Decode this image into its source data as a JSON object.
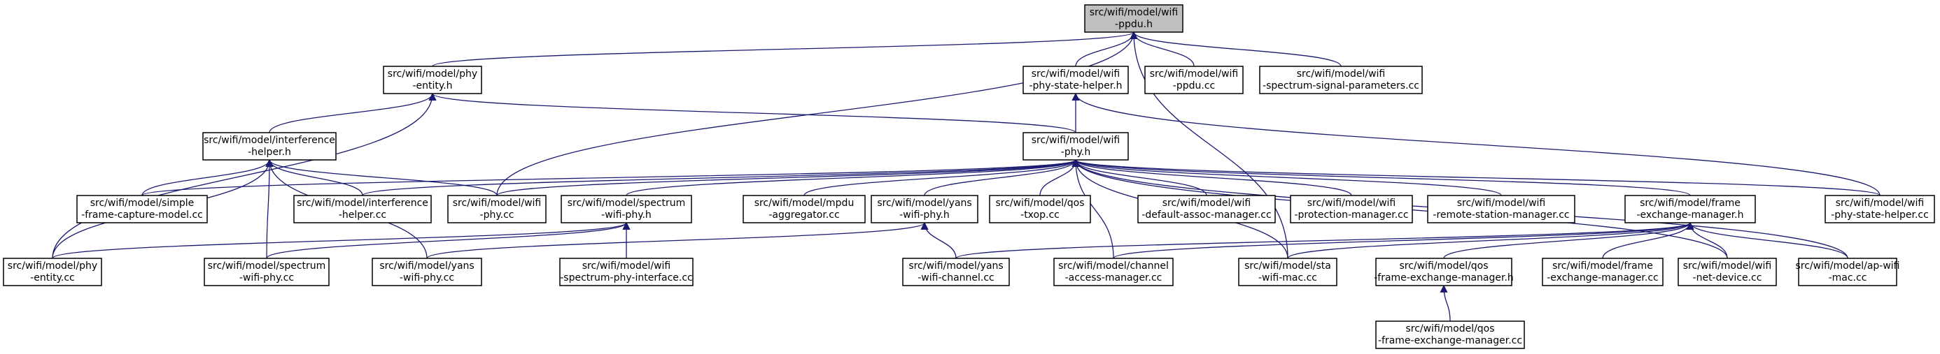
{
  "graph": {
    "edge_color": "#191970",
    "root_fill": "#bfbfbf",
    "nodes": [
      {
        "id": "root",
        "lines": [
          "src/wifi/model/wifi",
          "-ppdu.h"
        ]
      },
      {
        "id": "phy_entity_h",
        "lines": [
          "src/wifi/model/phy",
          "-entity.h"
        ]
      },
      {
        "id": "phy_state_helper_h",
        "lines": [
          "src/wifi/model/wifi",
          "-phy-state-helper.h"
        ]
      },
      {
        "id": "wifi_ppdu_cc",
        "lines": [
          "src/wifi/model/wifi",
          "-ppdu.cc"
        ]
      },
      {
        "id": "spectrum_signal_params_cc",
        "lines": [
          "src/wifi/model/wifi",
          "-spectrum-signal-parameters.cc"
        ]
      },
      {
        "id": "interference_helper_h",
        "lines": [
          "src/wifi/model/interference",
          "-helper.h"
        ]
      },
      {
        "id": "wifi_phy_h",
        "lines": [
          "src/wifi/model/wifi",
          "-phy.h"
        ]
      },
      {
        "id": "simple_frame_capture_cc",
        "lines": [
          "src/wifi/model/simple",
          "-frame-capture-model.cc"
        ]
      },
      {
        "id": "interference_helper_cc",
        "lines": [
          "src/wifi/model/interference",
          "-helper.cc"
        ]
      },
      {
        "id": "wifi_phy_cc",
        "lines": [
          "src/wifi/model/wifi",
          "-phy.cc"
        ]
      },
      {
        "id": "spectrum_wifi_phy_h",
        "lines": [
          "src/wifi/model/spectrum",
          "-wifi-phy.h"
        ]
      },
      {
        "id": "mpdu_aggregator_cc",
        "lines": [
          "src/wifi/model/mpdu",
          "-aggregator.cc"
        ]
      },
      {
        "id": "yans_wifi_phy_h",
        "lines": [
          "src/wifi/model/yans",
          "-wifi-phy.h"
        ]
      },
      {
        "id": "qos_txop_cc",
        "lines": [
          "src/wifi/model/qos",
          "-txop.cc"
        ]
      },
      {
        "id": "default_assoc_manager_cc",
        "lines": [
          "src/wifi/model/wifi",
          "-default-assoc-manager.cc"
        ]
      },
      {
        "id": "protection_manager_cc",
        "lines": [
          "src/wifi/model/wifi",
          "-protection-manager.cc"
        ]
      },
      {
        "id": "remote_station_manager_cc",
        "lines": [
          "src/wifi/model/wifi",
          "-remote-station-manager.cc"
        ]
      },
      {
        "id": "frame_exchange_manager_h",
        "lines": [
          "src/wifi/model/frame",
          "-exchange-manager.h"
        ]
      },
      {
        "id": "phy_state_helper_cc",
        "lines": [
          "src/wifi/model/wifi",
          "-phy-state-helper.cc"
        ]
      },
      {
        "id": "phy_entity_cc",
        "lines": [
          "src/wifi/model/phy",
          "-entity.cc"
        ]
      },
      {
        "id": "spectrum_wifi_phy_cc",
        "lines": [
          "src/wifi/model/spectrum",
          "-wifi-phy.cc"
        ]
      },
      {
        "id": "yans_wifi_phy_cc",
        "lines": [
          "src/wifi/model/yans",
          "-wifi-phy.cc"
        ]
      },
      {
        "id": "spectrum_phy_interface_cc",
        "lines": [
          "src/wifi/model/wifi",
          "-spectrum-phy-interface.cc"
        ]
      },
      {
        "id": "yans_wifi_channel_cc",
        "lines": [
          "src/wifi/model/yans",
          "-wifi-channel.cc"
        ]
      },
      {
        "id": "channel_access_manager_cc",
        "lines": [
          "src/wifi/model/channel",
          "-access-manager.cc"
        ]
      },
      {
        "id": "sta_wifi_mac_cc",
        "lines": [
          "src/wifi/model/sta",
          "-wifi-mac.cc"
        ]
      },
      {
        "id": "qos_frame_exchange_manager_h",
        "lines": [
          "src/wifi/model/qos",
          "-frame-exchange-manager.h"
        ]
      },
      {
        "id": "frame_exchange_manager_cc",
        "lines": [
          "src/wifi/model/frame",
          "-exchange-manager.cc"
        ]
      },
      {
        "id": "wifi_net_device_cc",
        "lines": [
          "src/wifi/model/wifi",
          "-net-device.cc"
        ]
      },
      {
        "id": "ap_wifi_mac_cc",
        "lines": [
          "src/wifi/model/ap-wifi",
          "-mac.cc"
        ]
      },
      {
        "id": "qos_frame_exchange_manager_cc",
        "lines": [
          "src/wifi/model/qos",
          "-frame-exchange-manager.cc"
        ]
      }
    ],
    "edges": [
      [
        "phy_entity_h",
        "root"
      ],
      [
        "phy_state_helper_h",
        "root"
      ],
      [
        "wifi_ppdu_cc",
        "root"
      ],
      [
        "spectrum_signal_params_cc",
        "root"
      ],
      [
        "wifi_phy_cc",
        "root"
      ],
      [
        "sta_wifi_mac_cc",
        "root"
      ],
      [
        "interference_helper_h",
        "phy_entity_h"
      ],
      [
        "wifi_phy_h",
        "phy_entity_h"
      ],
      [
        "phy_entity_cc",
        "phy_entity_h"
      ],
      [
        "wifi_phy_h",
        "phy_state_helper_h"
      ],
      [
        "phy_state_helper_cc",
        "phy_state_helper_h"
      ],
      [
        "simple_frame_capture_cc",
        "interference_helper_h"
      ],
      [
        "interference_helper_cc",
        "interference_helper_h"
      ],
      [
        "wifi_phy_cc",
        "interference_helper_h"
      ],
      [
        "phy_entity_cc",
        "interference_helper_h"
      ],
      [
        "spectrum_wifi_phy_cc",
        "interference_helper_h"
      ],
      [
        "yans_wifi_phy_cc",
        "interference_helper_h"
      ],
      [
        "simple_frame_capture_cc",
        "wifi_phy_h"
      ],
      [
        "interference_helper_cc",
        "wifi_phy_h"
      ],
      [
        "wifi_phy_cc",
        "wifi_phy_h"
      ],
      [
        "spectrum_wifi_phy_h",
        "wifi_phy_h"
      ],
      [
        "mpdu_aggregator_cc",
        "wifi_phy_h"
      ],
      [
        "yans_wifi_phy_h",
        "wifi_phy_h"
      ],
      [
        "qos_txop_cc",
        "wifi_phy_h"
      ],
      [
        "default_assoc_manager_cc",
        "wifi_phy_h"
      ],
      [
        "protection_manager_cc",
        "wifi_phy_h"
      ],
      [
        "remote_station_manager_cc",
        "wifi_phy_h"
      ],
      [
        "frame_exchange_manager_h",
        "wifi_phy_h"
      ],
      [
        "phy_state_helper_cc",
        "wifi_phy_h"
      ],
      [
        "channel_access_manager_cc",
        "wifi_phy_h"
      ],
      [
        "sta_wifi_mac_cc",
        "wifi_phy_h"
      ],
      [
        "wifi_net_device_cc",
        "wifi_phy_h"
      ],
      [
        "ap_wifi_mac_cc",
        "wifi_phy_h"
      ],
      [
        "phy_entity_cc",
        "spectrum_wifi_phy_h"
      ],
      [
        "spectrum_wifi_phy_cc",
        "spectrum_wifi_phy_h"
      ],
      [
        "spectrum_phy_interface_cc",
        "spectrum_wifi_phy_h"
      ],
      [
        "yans_wifi_phy_cc",
        "yans_wifi_phy_h"
      ],
      [
        "yans_wifi_channel_cc",
        "yans_wifi_phy_h"
      ],
      [
        "yans_wifi_channel_cc",
        "frame_exchange_manager_h"
      ],
      [
        "channel_access_manager_cc",
        "frame_exchange_manager_h"
      ],
      [
        "sta_wifi_mac_cc",
        "frame_exchange_manager_h"
      ],
      [
        "qos_frame_exchange_manager_h",
        "frame_exchange_manager_h"
      ],
      [
        "frame_exchange_manager_cc",
        "frame_exchange_manager_h"
      ],
      [
        "wifi_net_device_cc",
        "frame_exchange_manager_h"
      ],
      [
        "ap_wifi_mac_cc",
        "frame_exchange_manager_h"
      ],
      [
        "qos_frame_exchange_manager_cc",
        "qos_frame_exchange_manager_h"
      ]
    ]
  }
}
